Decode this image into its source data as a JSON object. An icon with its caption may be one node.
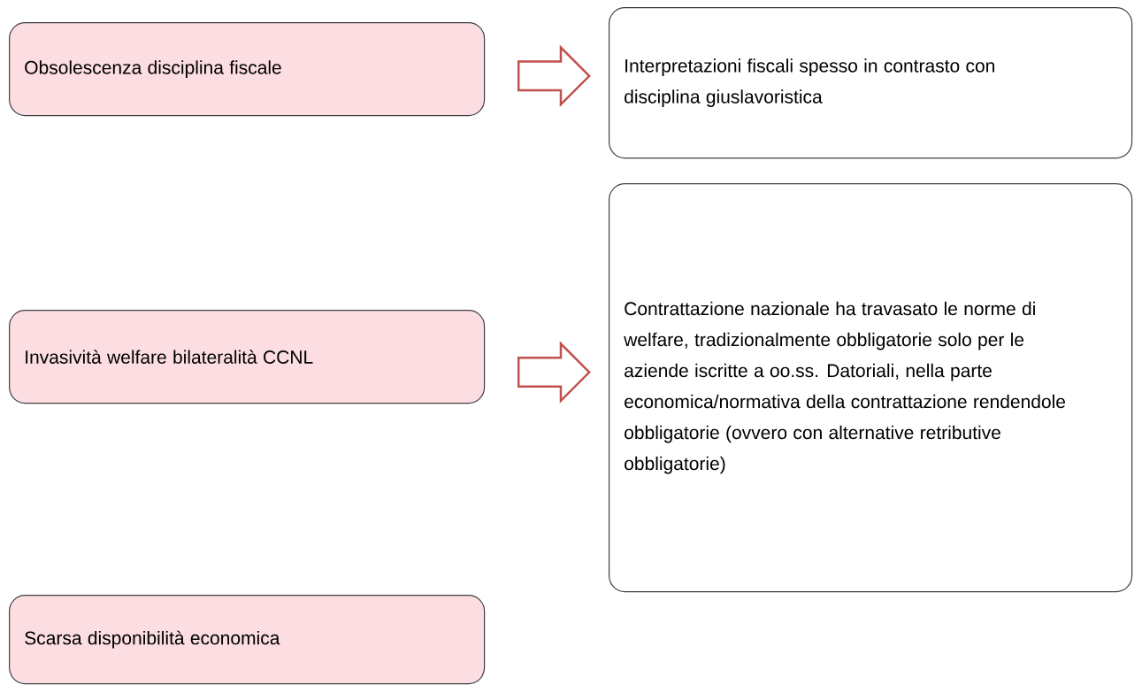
{
  "diagram": {
    "nodes": [
      {
        "text": [
          "Obsolescenza disciplina fiscale"
        ]
      },
      {
        "text": [
          "Interpretazioni fiscali spesso in contrasto con disciplina giuslavoristica"
        ]
      },
      {
        "text": [
          "Invasività welfare bilateralità CCNL"
        ]
      },
      {
        "text": [
          "Contrattazione nazionale ha travasato le norme di welfare, tradizionalmente obbligatorie solo per le aziende iscritte a oo.ss. Datoriali, nella parte economica/normativa della contrattazione rendendole obbligatorie (ovvero con alternative retributive obbligatorie)"
        ]
      },
      {
        "text": [
          "Scarsa disponibilità economica"
        ]
      }
    ],
    "edges": [
      {
        "from": 0,
        "to": 1,
        "arrow": "to"
      },
      {
        "from": 2,
        "to": 3,
        "arrow": "to"
      }
    ]
  }
}
